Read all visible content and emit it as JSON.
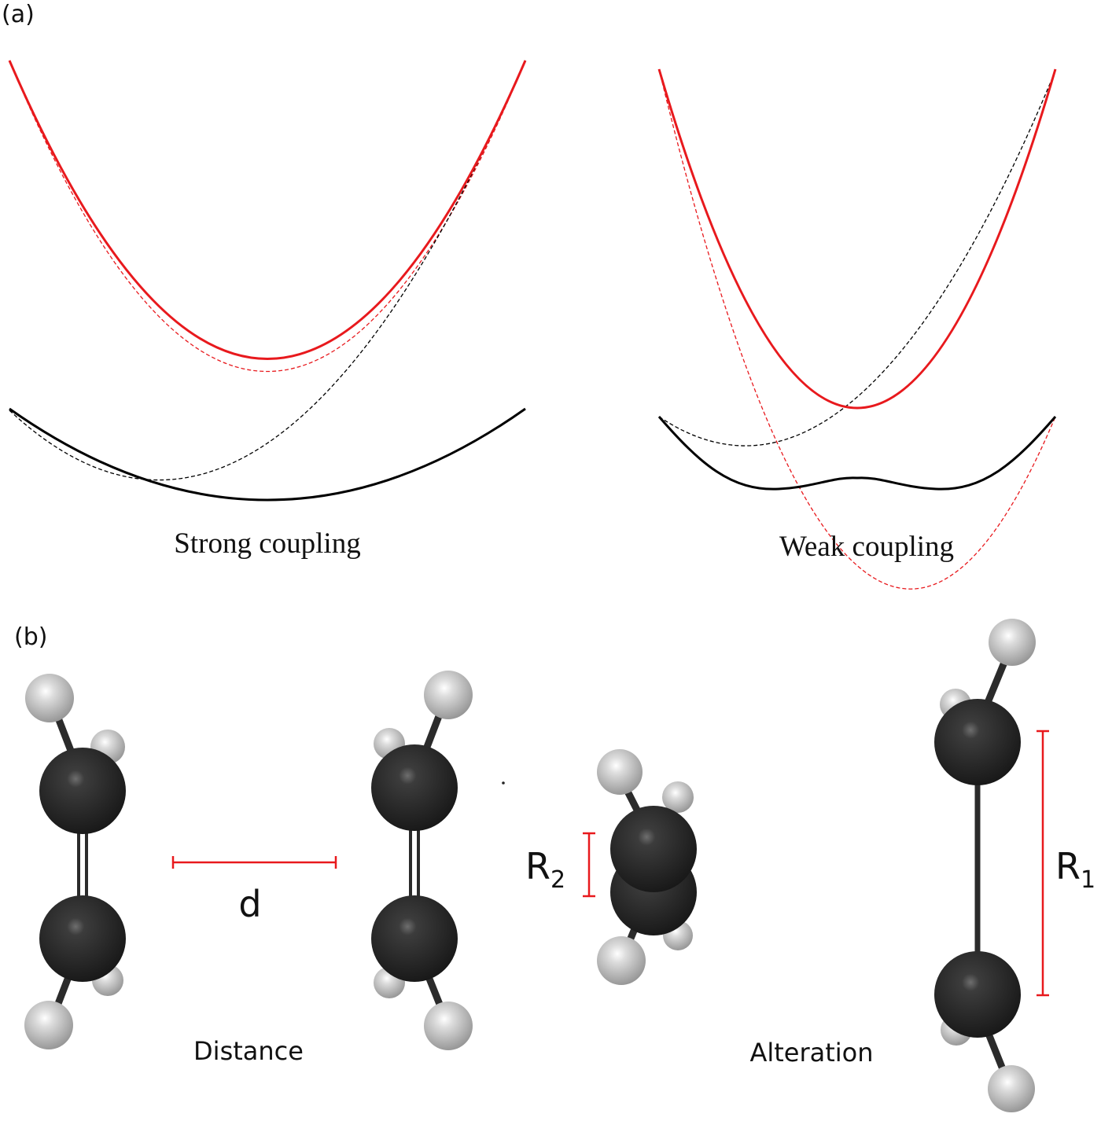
{
  "panel_a": {
    "label": "(a)",
    "strong": {
      "caption": "Strong coupling"
    },
    "weak": {
      "caption": "Weak coupling"
    }
  },
  "panel_b": {
    "label": "(b)",
    "distance_caption": "Distance",
    "distance_symbol": "d",
    "alteration_caption": "Alteration",
    "r2_symbol": "R",
    "r2_subscript": "2",
    "r1_symbol": "R",
    "r1_subscript": "1"
  },
  "colors": {
    "upper_surface": "#e8191d",
    "lower_surface": "#000000",
    "measure_bar": "#e8191d",
    "carbon": "#2a2a2a",
    "hydrogen": "#d8d8d8"
  }
}
